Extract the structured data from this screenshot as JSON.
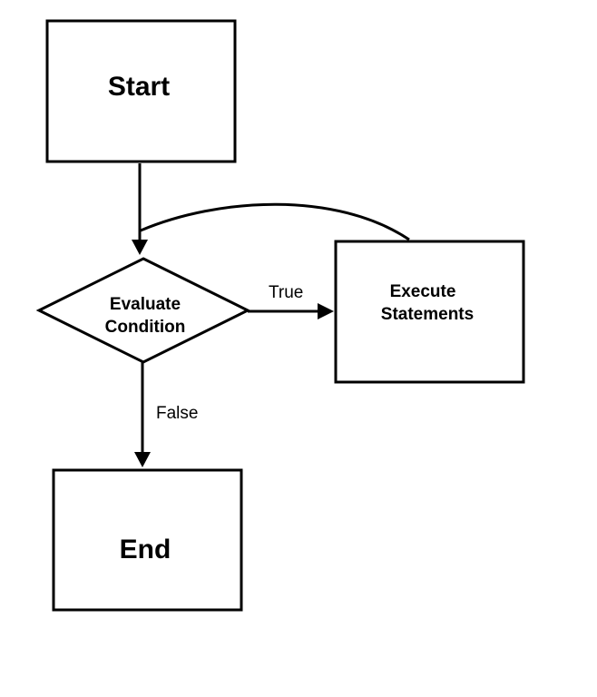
{
  "nodes": {
    "start": {
      "label": "Start"
    },
    "condition": {
      "line1": "Evaluate",
      "line2": "Condition"
    },
    "execute": {
      "line1": "Execute",
      "line2": "Statements"
    },
    "end": {
      "label": "End"
    }
  },
  "edges": {
    "true_label": "True",
    "false_label": "False"
  },
  "colors": {
    "stroke": "#000000",
    "background": "#ffffff"
  }
}
